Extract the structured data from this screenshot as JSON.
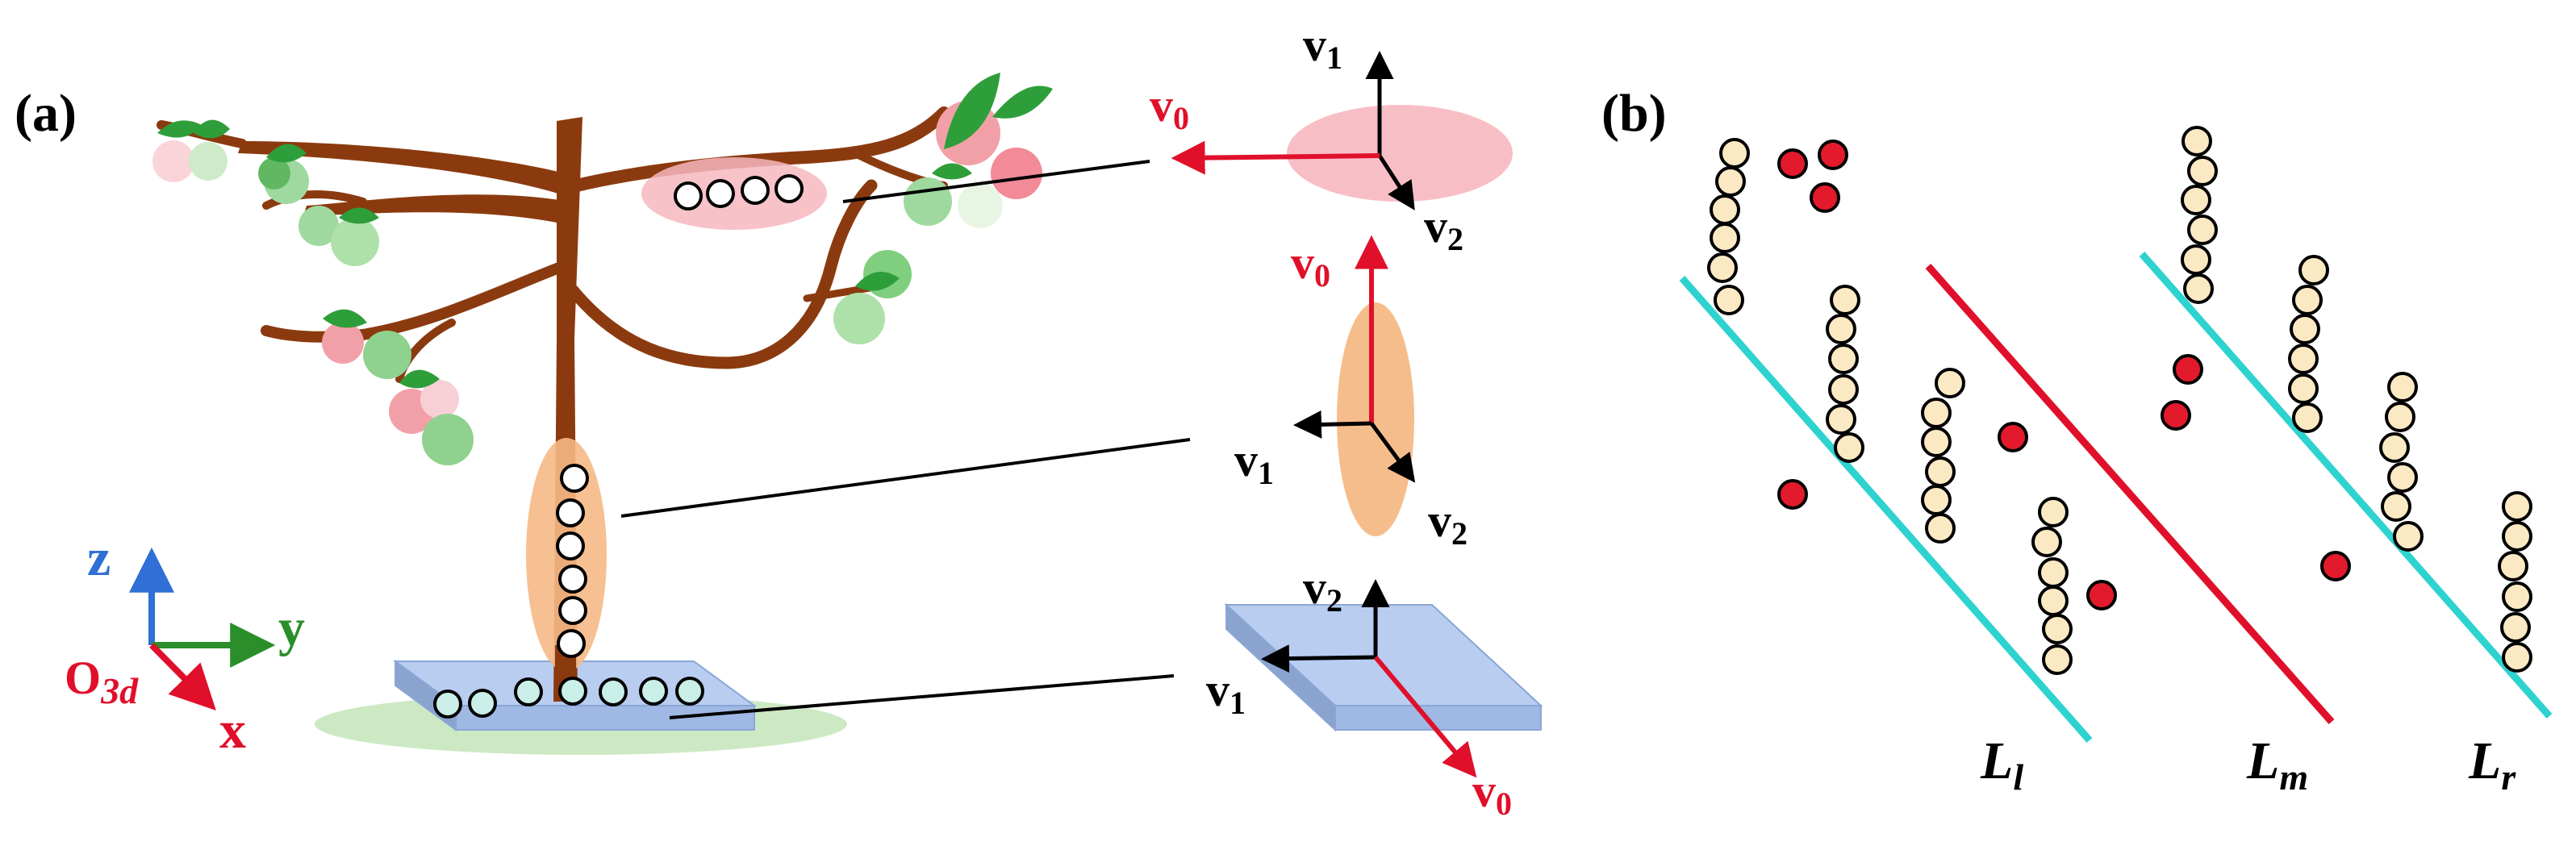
{
  "panels": {
    "a": {
      "label": "(a)"
    },
    "b": {
      "label": "(b)"
    }
  },
  "axes3d": {
    "z": "z",
    "y": "y",
    "x": "x",
    "origin_prefix": "O",
    "origin_sub": "3d"
  },
  "vectors": {
    "top": {
      "v0": "v",
      "v0_sub": "0",
      "v1": "v",
      "v1_sub": "1",
      "v2": "v",
      "v2_sub": "2"
    },
    "middle": {
      "v0": "v",
      "v0_sub": "0",
      "v1": "v",
      "v1_sub": "1",
      "v2": "v",
      "v2_sub": "2"
    },
    "bottom": {
      "v0": "v",
      "v0_sub": "0",
      "v1": "v",
      "v1_sub": "1",
      "v2": "v",
      "v2_sub": "2"
    }
  },
  "lines": {
    "left": {
      "main": "L",
      "sub": "l"
    },
    "middle": {
      "main": "L",
      "sub": "m"
    },
    "right": {
      "main": "L",
      "sub": "r"
    }
  },
  "colors": {
    "trunk": "#8b3a0f",
    "leaf": "#2e9e3a",
    "leaf_light": "#8fd18f",
    "fruit_pink": "#f2a0a8",
    "ellipse_pink": "#f7b7c0",
    "ellipse_orange": "#f6b986",
    "plate_blue": "#b8cdf0",
    "ground_green": "#cde9c4",
    "red": "#e0102a",
    "blue_axis": "#2f6fd6",
    "green_axis": "#2a8f2a",
    "cyan": "#2ed3d0",
    "point_fill": "#fbe9c4",
    "red_point": "#e21a2c"
  }
}
